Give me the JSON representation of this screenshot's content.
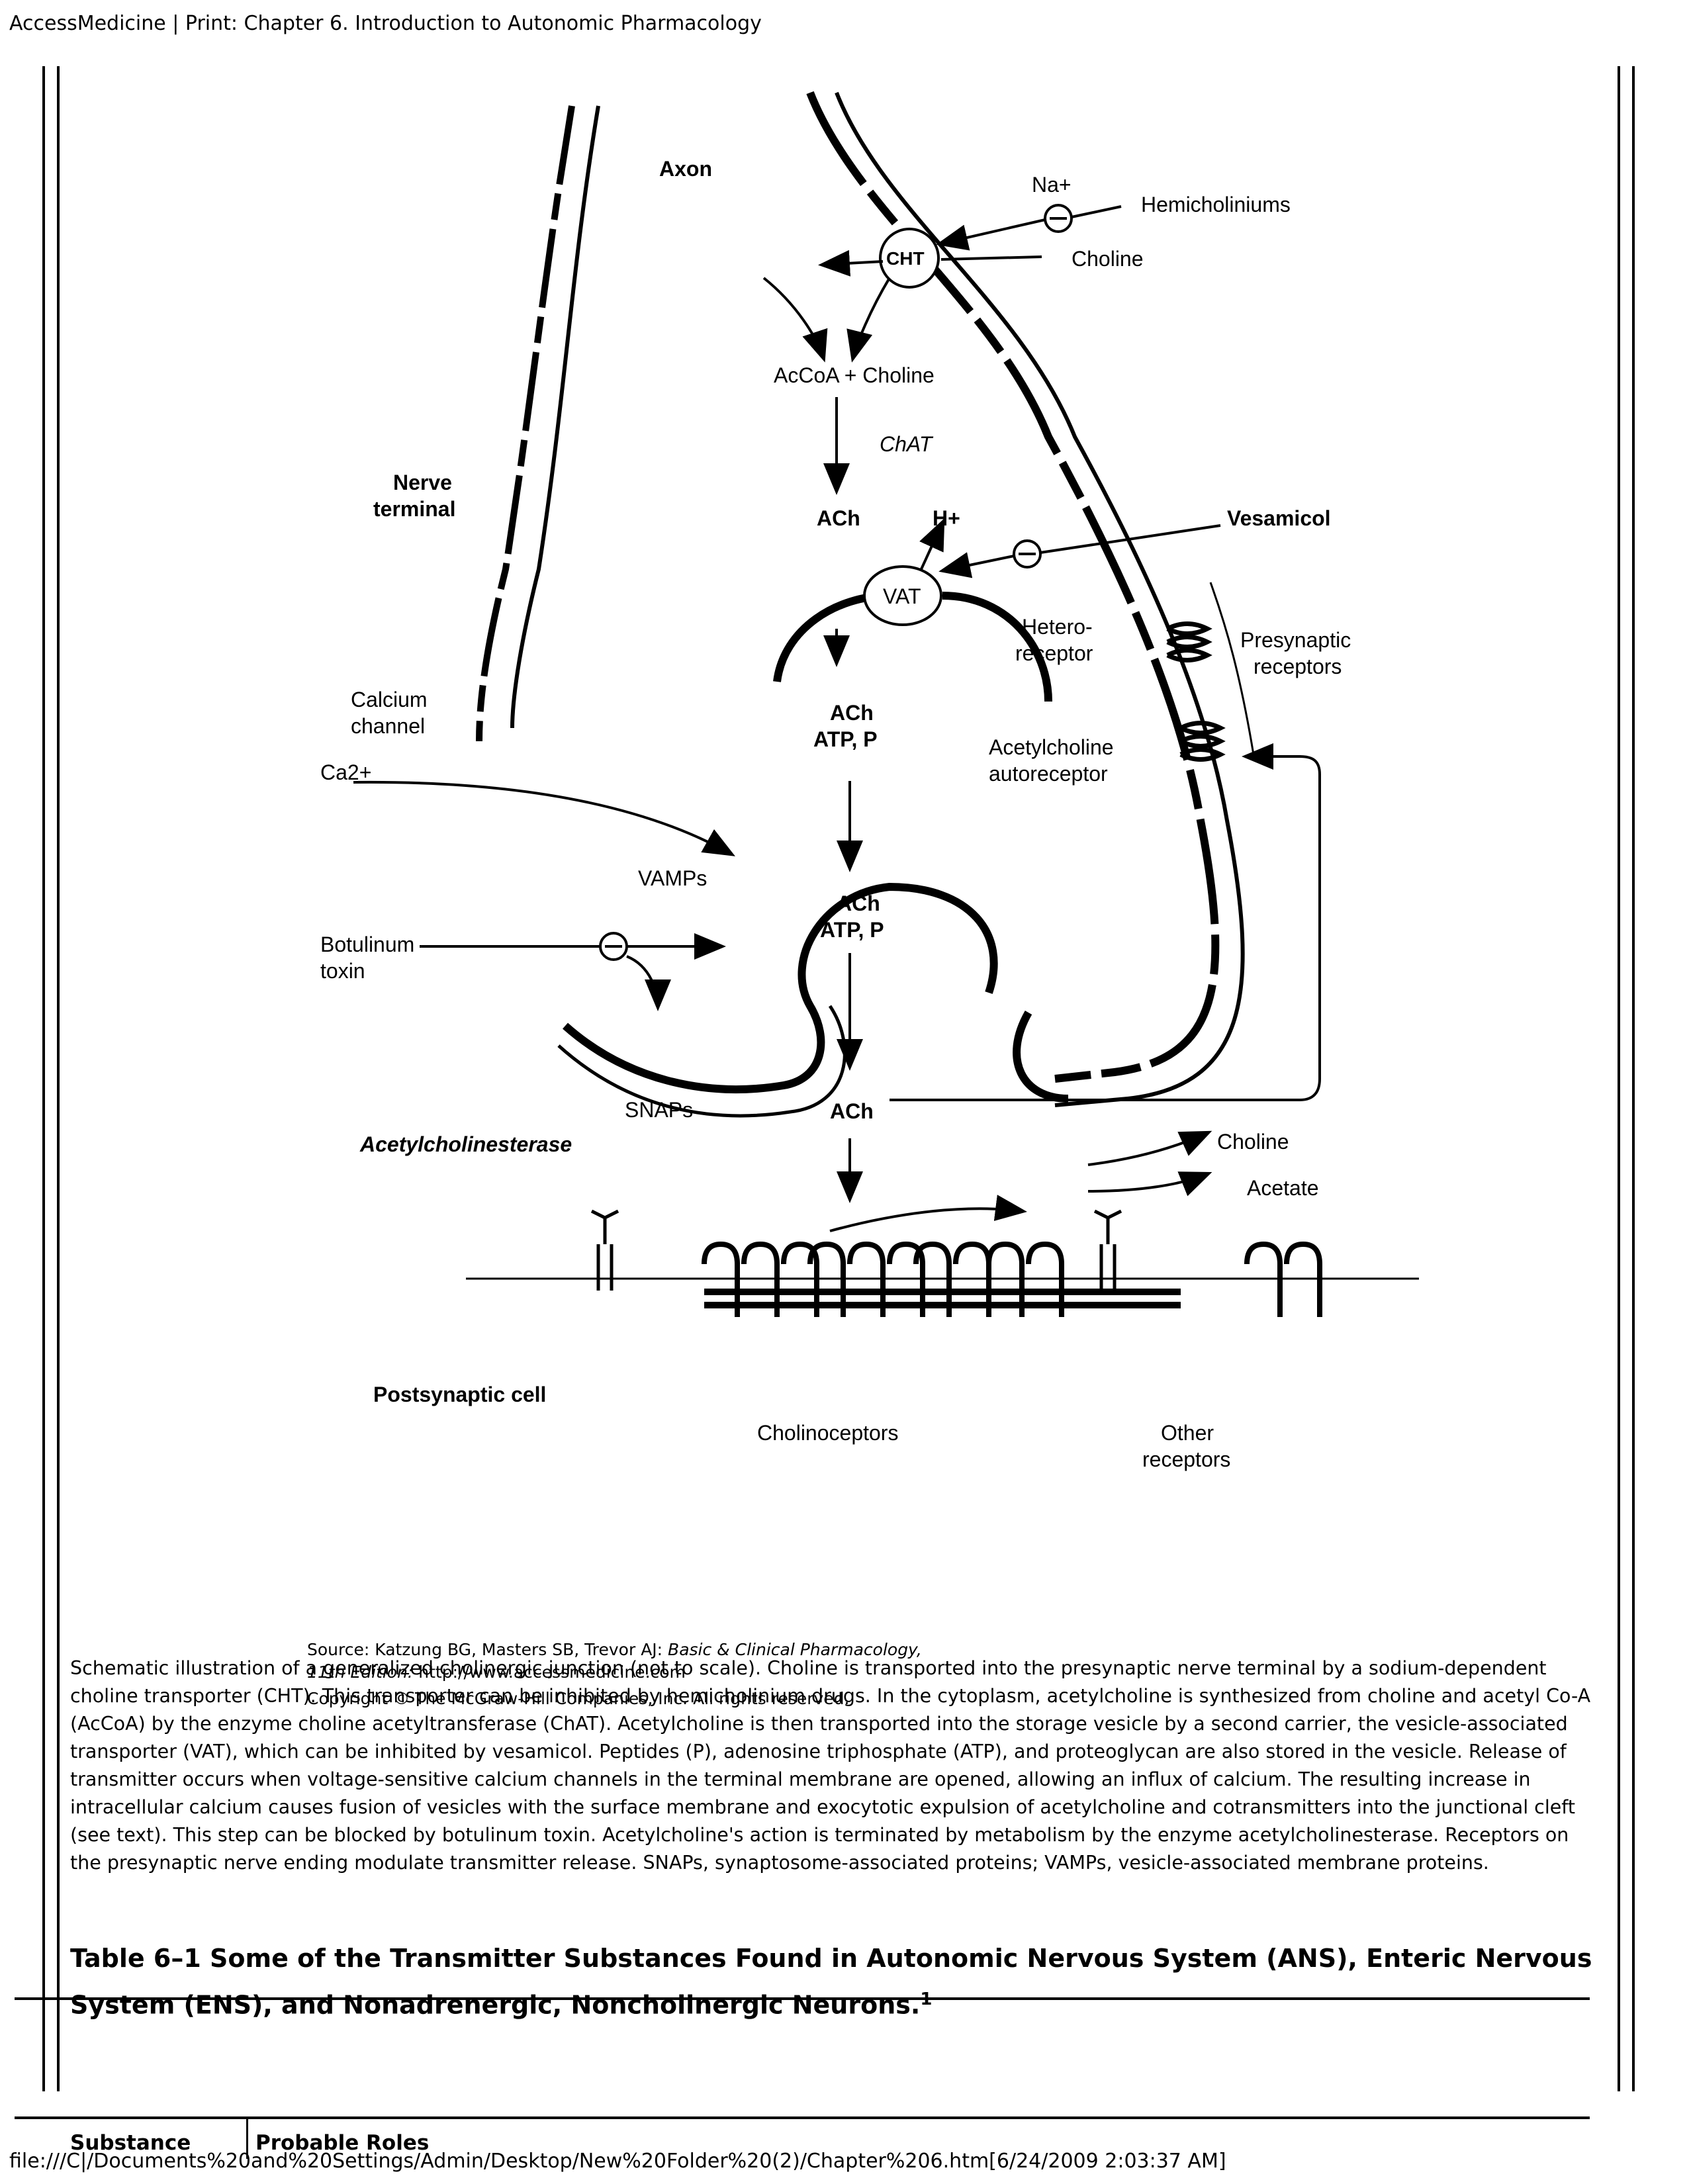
{
  "page": {
    "header": "AccessMedicine | Print: Chapter 6. Introduction to Autonomic Pharmacology",
    "footer": "file:///C|/Documents%20and%20Settings/Admin/Desktop/New%20Folder%20(2)/Chapter%206.htm[6/24/2009 2:03:37 AM]"
  },
  "figure": {
    "labels": {
      "axon": "Axon",
      "na": "Na+",
      "hemicholiniums": "Hemicholiniums",
      "cht": "CHT",
      "choline_in": "Choline",
      "acoa_choline": "AcCoA + Choline",
      "chat": "ChAT",
      "nerve_terminal_1": "Nerve",
      "nerve_terminal_2": "terminal",
      "ach_1": "ACh",
      "h_plus": "H+",
      "vesamicol": "Vesamicol",
      "vat": "VAT",
      "heteroreceptor_1": "Hetero-",
      "heteroreceptor_2": "receptor",
      "presynaptic_1": "Presynaptic",
      "presynaptic_2": "receptors",
      "calcium_channel_1": "Calcium",
      "calcium_channel_2": "channel",
      "ach_atp_1": "ACh",
      "ach_atp_2": "ATP, P",
      "ach_autoreceptor_1": "Acetylcholine",
      "ach_autoreceptor_2": "autoreceptor",
      "ca": "Ca2+",
      "vamps": "VAMPs",
      "ach_atp_3": "ACh",
      "ach_atp_4": "ATP, P",
      "botulinum_1": "Botulinum",
      "botulinum_2": "toxin",
      "snaps": "SNAPs",
      "ach_released": "ACh",
      "acetylcholinesterase": "Acetylcholinesterase",
      "choline_out": "Choline",
      "acetate": "Acetate",
      "postsynaptic": "Postsynaptic cell",
      "cholinoceptors": "Cholinoceptors",
      "other_receptors_1": "Other",
      "other_receptors_2": "receptors"
    }
  },
  "source": {
    "line1_prefix": "Source: Katzung BG, Masters SB, Trevor AJ: ",
    "line1_title": "Basic & Clinical Pharmacology,",
    "line2_edition": "11th Edition: ",
    "line2_url": "http://www.accessmedicine.com",
    "line3": "Copyright © The McGraw-Hill Companies, Inc. All rights reserved."
  },
  "caption": "Schematic illustration of a generalized cholinergic junction (not to scale). Choline is transported into the presynaptic nerve terminal by a sodium-dependent choline transporter (CHT). This transporter can be inhibited by hemicholinium drugs. In the cytoplasm, acetylcholine is synthesized from choline and acetyl Co-A (AcCoA) by the enzyme choline acetyltransferase (ChAT). Acetylcholine is then transported into the storage vesicle by a second carrier, the vesicle-associated transporter (VAT), which can be inhibited by vesamicol. Peptides (P), adenosine triphosphate (ATP), and proteoglycan are also stored in the vesicle. Release of transmitter occurs when voltage-sensitive calcium channels in the terminal membrane are opened, allowing an influx of calcium. The resulting increase in intracellular calcium causes fusion of vesicles with the surface membrane and exocytotic expulsion of acetylcholine and cotransmitters into the junctional cleft (see text). This step can be blocked by botulinum toxin. Acetylcholine's action is terminated by metabolism by the enzyme acetylcholinesterase. Receptors on the presynaptic nerve ending modulate transmitter release. SNAPs, synaptosome-associated proteins; VAMPs, vesicle-associated membrane proteins.",
  "table": {
    "title": "Table 6–1 Some of the Transmitter Substances Found in Autonomic Nervous System (ANS), Enteric Nervous System (ENS), and Nonadrenergic, Noncholinergic Neurons.",
    "title_sup": "1",
    "headers": [
      "Substance",
      "Probable Roles"
    ]
  }
}
